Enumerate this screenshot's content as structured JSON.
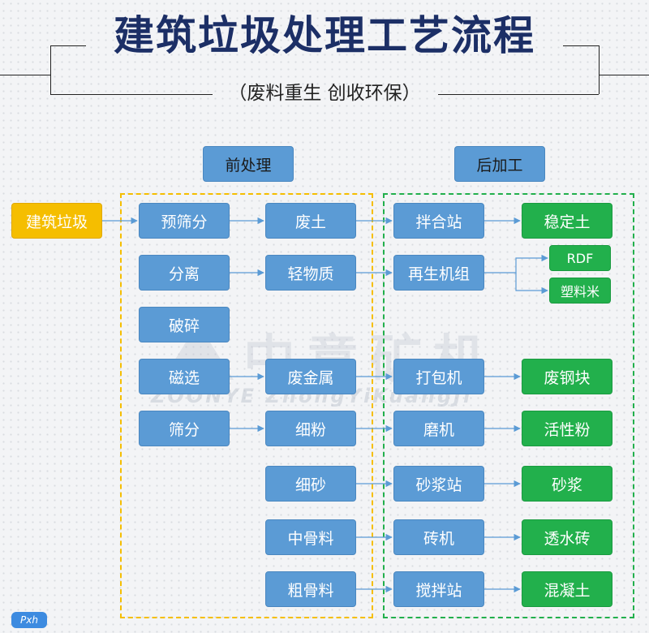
{
  "title": "建筑垃圾处理工艺流程",
  "subtitle": "（废料重生  创收环保）",
  "source": "建筑垃圾",
  "headers": {
    "pre": "前处理",
    "post": "后加工"
  },
  "pre_processing": [
    "预筛分",
    "分离",
    "破碎",
    "磁选",
    "筛分"
  ],
  "intermediate": [
    "废土",
    "轻物质",
    "废金属",
    "细粉",
    "细砂",
    "中骨料",
    "粗骨料"
  ],
  "post_processing": [
    "拌合站",
    "再生机组",
    "打包机",
    "磨机",
    "砂浆站",
    "砖机",
    "搅拌站"
  ],
  "products": [
    "稳定土",
    "RDF",
    "塑料米",
    "废钢块",
    "活性粉",
    "砂浆",
    "透水砖",
    "混凝土"
  ],
  "watermark": {
    "cn": "中意矿机",
    "en": "ZOONYE  ZhongYiKuangJi"
  },
  "badge": "Pxh",
  "colors": {
    "blue": "#5b9bd5",
    "green": "#22b04c",
    "yellow": "#f5be00",
    "title": "#1c2f66"
  }
}
